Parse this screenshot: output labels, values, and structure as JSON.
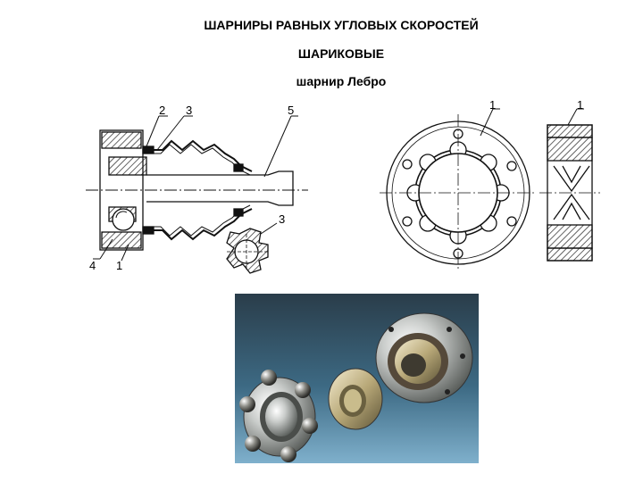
{
  "titles": {
    "main": "ШАРНИРЫ РАВНЫХ УГЛОВЫХ СКОРОСТЕЙ",
    "type": "ШАРИКОВЫЕ",
    "name": "шарнир Лебро"
  },
  "left_drawing": {
    "callouts": [
      "2",
      "3",
      "5",
      "3",
      "4",
      "1"
    ]
  },
  "right_drawing": {
    "front_view_label": "1",
    "side_view_label": "1"
  },
  "photo": {
    "description_icon": "rzeppa-joint-parts-photo-icon"
  }
}
